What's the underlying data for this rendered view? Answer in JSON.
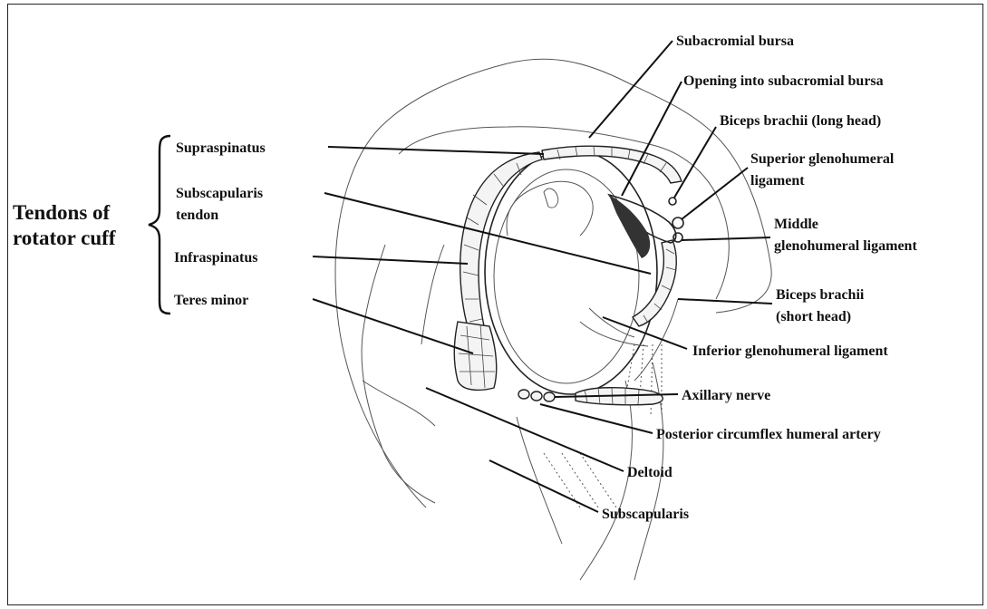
{
  "group_label": {
    "line1": "Tendons of",
    "line2": "rotator cuff"
  },
  "labels": {
    "supraspinatus": "Supraspinatus",
    "subscapularis_tendon_1": "Subscapularis",
    "subscapularis_tendon_2": "tendon",
    "infraspinatus": "Infraspinatus",
    "teres_minor": "Teres minor",
    "subacromial_bursa": "Subacromial bursa",
    "opening_bursa": "Opening into subacromial bursa",
    "biceps_long": "Biceps brachii (long head)",
    "sup_gh_1": "Superior glenohumeral",
    "sup_gh_2": "ligament",
    "mid_gh_1": "Middle",
    "mid_gh_2": "glenohumeral ligament",
    "biceps_short_1": "Biceps brachii",
    "biceps_short_2": "(short head)",
    "inf_gh": "Inferior glenohumeral ligament",
    "axillary_nerve": "Axillary nerve",
    "post_circ_artery": "Posterior circumflex humeral artery",
    "deltoid": "Deltoid",
    "subscapularis": "Subscapularis"
  }
}
